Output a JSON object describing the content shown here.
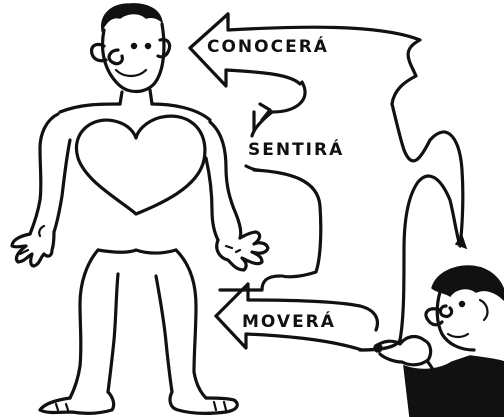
{
  "labels": {
    "conocera": "CONOCERÁ",
    "sentira": "SENTIRÁ",
    "movera": "MOVERÁ"
  },
  "colors": {
    "ink": "#111111",
    "paper": "#ffffff"
  }
}
